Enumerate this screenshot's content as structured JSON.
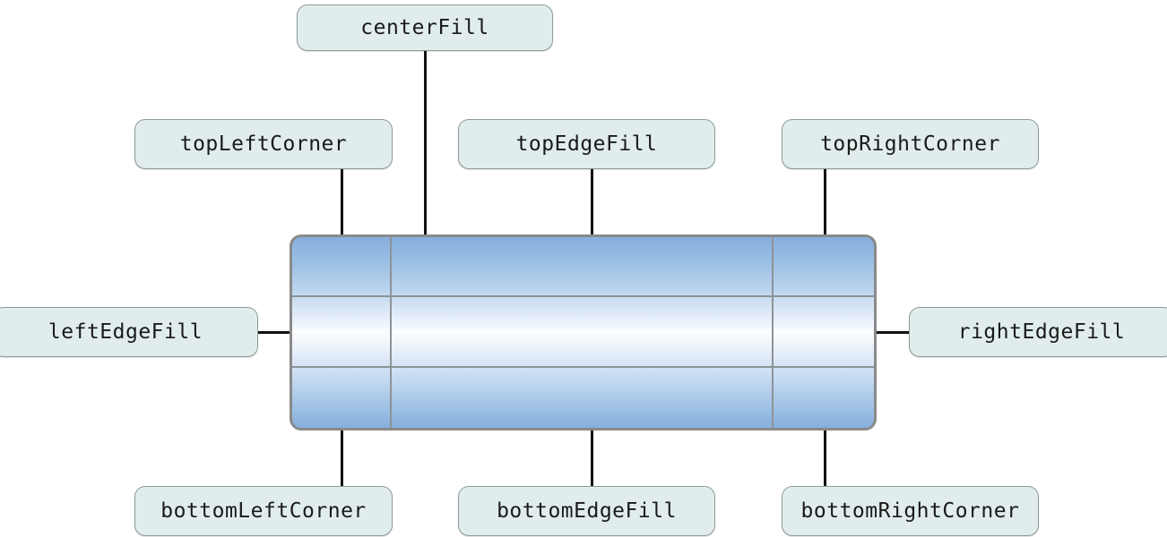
{
  "diagram": {
    "title": "nine-slice-scaling-regions",
    "colors": {
      "label_fill": "#e1eded",
      "label_border": "#8d9b9b",
      "label_text": "#1a1a1a",
      "leader_line": "#111111",
      "artwork_border": "#8a8a8a",
      "artwork_grid_line": "#8e9398",
      "gradient_blue": "#85afdd",
      "gradient_white": "#fbfdff",
      "page_background": "#ffffff"
    },
    "labels": [
      {
        "id": "centerFill",
        "text": "centerFill"
      },
      {
        "id": "topLeftCorner",
        "text": "topLeftCorner"
      },
      {
        "id": "topEdgeFill",
        "text": "topEdgeFill"
      },
      {
        "id": "topRightCorner",
        "text": "topRightCorner"
      },
      {
        "id": "leftEdgeFill",
        "text": "leftEdgeFill"
      },
      {
        "id": "rightEdgeFill",
        "text": "rightEdgeFill"
      },
      {
        "id": "bottomLeftCorner",
        "text": "bottomLeftCorner"
      },
      {
        "id": "bottomEdgeFill",
        "text": "bottomEdgeFill"
      },
      {
        "id": "bottomRightCorner",
        "text": "bottomRightCorner"
      }
    ],
    "artwork": {
      "name": "nine-slice-artwork",
      "description": "Rounded rectangle with vertical blue-to-white-to-blue gradient divided into a 3x3 slice grid",
      "rows": 3,
      "columns": 3,
      "slices": [
        "topLeftCorner",
        "topEdgeFill",
        "topRightCorner",
        "leftEdgeFill",
        "centerFill",
        "rightEdgeFill",
        "bottomLeftCorner",
        "bottomEdgeFill",
        "bottomRightCorner"
      ]
    }
  }
}
